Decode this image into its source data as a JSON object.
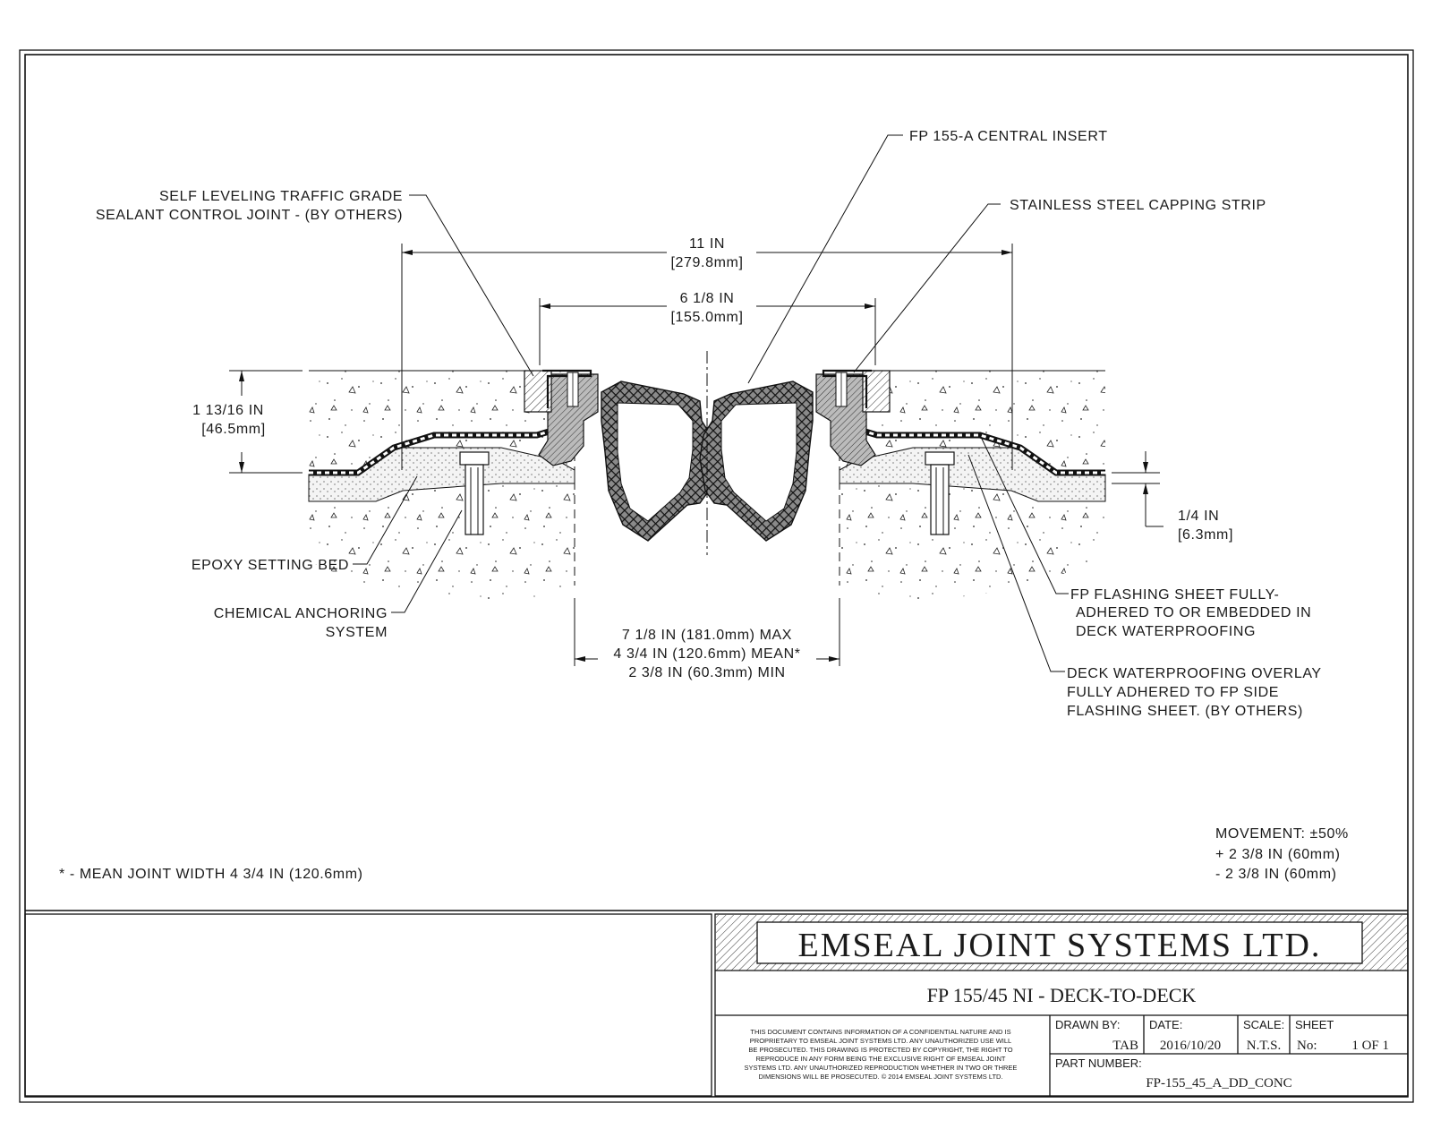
{
  "callouts": {
    "central_insert": "FP 155-A CENTRAL INSERT",
    "sealant_line1": "SELF LEVELING TRAFFIC GRADE",
    "sealant_line2": "SEALANT CONTROL JOINT - (BY OTHERS)",
    "capping_strip": "STAINLESS STEEL CAPPING STRIP",
    "epoxy_bed": "EPOXY SETTING BED",
    "anchoring_line1": "CHEMICAL ANCHORING",
    "anchoring_line2": "SYSTEM",
    "flashing_line1": "FP FLASHING SHEET FULLY-",
    "flashing_line2": "ADHERED TO OR EMBEDDED IN",
    "flashing_line3": "DECK WATERPROOFING",
    "overlay_line1": "DECK WATERPROOFING OVERLAY",
    "overlay_line2": "FULLY ADHERED TO FP SIDE",
    "overlay_line3": "FLASHING SHEET. (BY OTHERS)"
  },
  "dimensions": {
    "overall_in": "11 IN",
    "overall_mm": "[279.8mm]",
    "cap_width_in": "6 1/8 IN",
    "cap_width_mm": "[155.0mm]",
    "depth_in": "1 13/16 IN",
    "depth_mm": "[46.5mm]",
    "flange_in": "1/4 IN",
    "flange_mm": "[6.3mm]",
    "gap_max": "7 1/8 IN (181.0mm) MAX",
    "gap_mean": "4 3/4 IN (120.6mm) MEAN*",
    "gap_min": "2 3/8 IN (60.3mm) MIN"
  },
  "movement": {
    "title": "MOVEMENT: ±50%",
    "plus": "+ 2 3/8 IN (60mm)",
    "minus": "- 2 3/8 IN (60mm)"
  },
  "footnote": "* - MEAN JOINT WIDTH 4 3/4 IN (120.6mm)",
  "title_block": {
    "company": "EMSEAL JOINT SYSTEMS LTD.",
    "drawing_title": "FP 155/45 NI - DECK-TO-DECK",
    "confidential": [
      "THIS DOCUMENT CONTAINS INFORMATION OF A CONFIDENTIAL NATURE AND IS",
      "PROPRIETARY TO EMSEAL JOINT SYSTEMS LTD. ANY UNAUTHORIZED USE WILL",
      "BE PROSECUTED. THIS DRAWING IS PROTECTED BY COPYRIGHT, THE RIGHT TO",
      "REPRODUCE IN ANY FORM BEING THE EXCLUSIVE RIGHT OF EMSEAL JOINT",
      "SYSTEMS LTD. ANY UNAUTHORIZED REPRODUCTION WHETHER IN TWO OR THREE",
      "DIMENSIONS WILL BE PROSECUTED. © 2014 EMSEAL JOINT SYSTEMS LTD."
    ],
    "drawn_by_label": "DRAWN BY:",
    "drawn_by": "TAB",
    "date_label": "DATE:",
    "date": "2016/10/20",
    "scale_label": "SCALE:",
    "scale": "N.T.S.",
    "sheet_label": "SHEET",
    "sheet_no_label": "No:",
    "sheet_no": "1 OF 1",
    "part_number_label": "PART NUMBER:",
    "part_number": "FP-155_45_A_DD_CONC"
  }
}
